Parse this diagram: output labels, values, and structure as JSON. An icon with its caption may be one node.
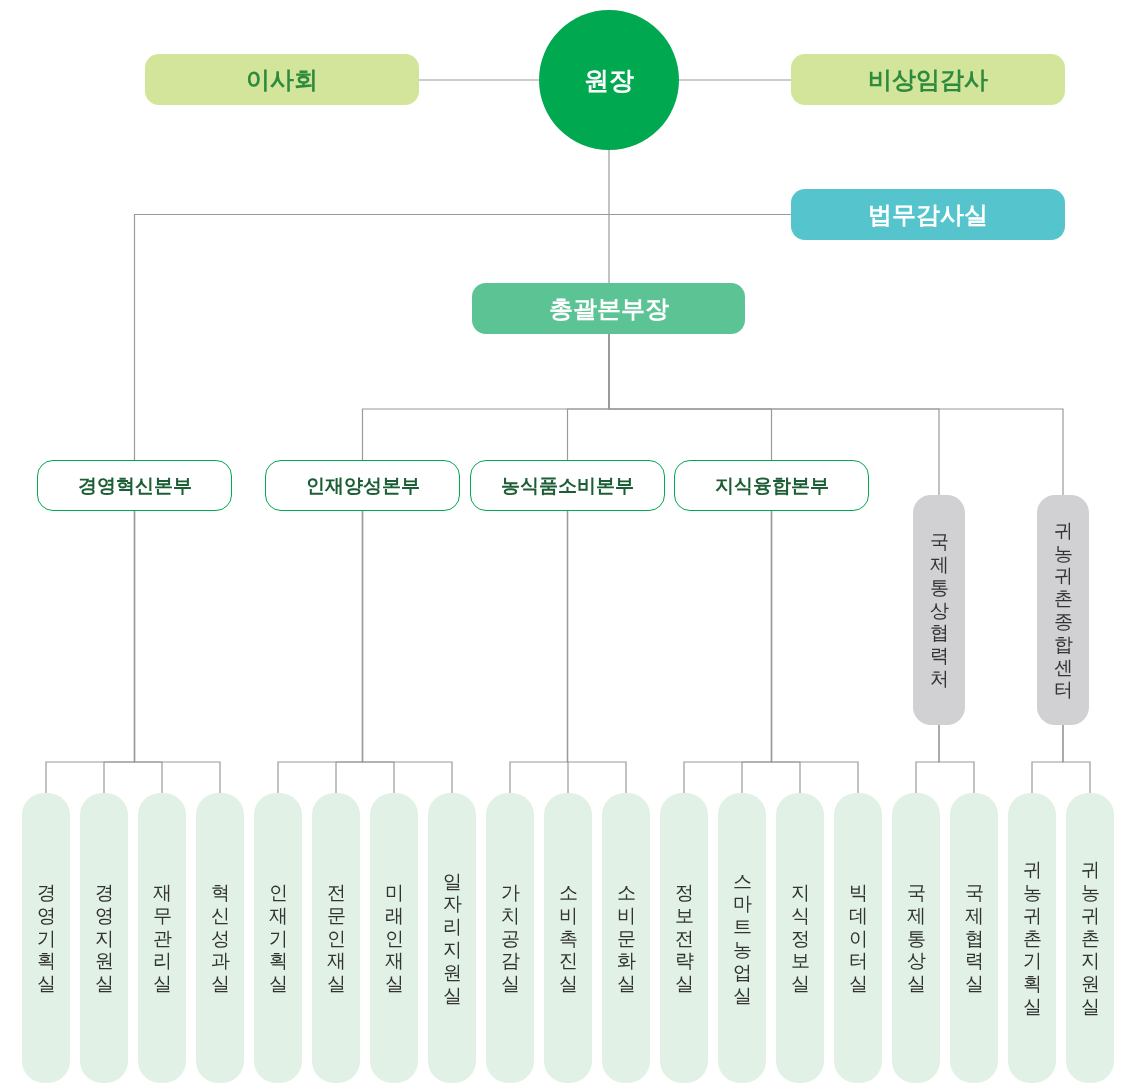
{
  "diagram": {
    "nodes": [
      {
        "text": [
          "원장"
        ]
      },
      {
        "text": [
          "이사회"
        ]
      },
      {
        "text": [
          "비상임감사"
        ]
      },
      {
        "text": [
          "법무감사실"
        ]
      },
      {
        "text": [
          "총괄본부장"
        ]
      },
      {
        "text": [
          "경영혁신본부"
        ]
      },
      {
        "text": [
          "인재양성본부"
        ]
      },
      {
        "text": [
          "농식품소비본부"
        ]
      },
      {
        "text": [
          "지식융합본부"
        ]
      },
      {
        "text": [
          "국제통상협력처"
        ]
      },
      {
        "text": [
          "귀농귀촌종합센터"
        ]
      },
      {
        "text": [
          "경영기획실"
        ]
      },
      {
        "text": [
          "경영지원실"
        ]
      },
      {
        "text": [
          "재무관리실"
        ]
      },
      {
        "text": [
          "혁신성과실"
        ]
      },
      {
        "text": [
          "인재기획실"
        ]
      },
      {
        "text": [
          "전문인재실"
        ]
      },
      {
        "text": [
          "미래인재실"
        ]
      },
      {
        "text": [
          "일자리지원실"
        ]
      },
      {
        "text": [
          "가치공감실"
        ]
      },
      {
        "text": [
          "소비촉진실"
        ]
      },
      {
        "text": [
          "소비문화실"
        ]
      },
      {
        "text": [
          "정보전략실"
        ]
      },
      {
        "text": [
          "스마트농업실"
        ]
      },
      {
        "text": [
          "지식정보실"
        ]
      },
      {
        "text": [
          "빅데이터실"
        ]
      },
      {
        "text": [
          "국제통상실"
        ]
      },
      {
        "text": [
          "국제협력실"
        ]
      },
      {
        "text": [
          "귀농귀촌기획실"
        ]
      },
      {
        "text": [
          "귀농귀촌지원실"
        ]
      }
    ],
    "edges": [
      {
        "from": 0,
        "to": 1,
        "arrow": "none"
      },
      {
        "from": 0,
        "to": 2,
        "arrow": "none"
      },
      {
        "from": 0,
        "to": 4,
        "arrow": "none"
      },
      {
        "from": 3,
        "to": 5,
        "arrow": "none"
      },
      {
        "from": 4,
        "to": 6,
        "arrow": "none"
      },
      {
        "from": 4,
        "to": 7,
        "arrow": "none"
      },
      {
        "from": 4,
        "to": 8,
        "arrow": "none"
      },
      {
        "from": 4,
        "to": 9,
        "arrow": "none"
      },
      {
        "from": 4,
        "to": 10,
        "arrow": "none"
      },
      {
        "from": 5,
        "to": 11,
        "arrow": "none"
      },
      {
        "from": 5,
        "to": 12,
        "arrow": "none"
      },
      {
        "from": 5,
        "to": 13,
        "arrow": "none"
      },
      {
        "from": 5,
        "to": 14,
        "arrow": "none"
      },
      {
        "from": 6,
        "to": 15,
        "arrow": "none"
      },
      {
        "from": 6,
        "to": 16,
        "arrow": "none"
      },
      {
        "from": 6,
        "to": 17,
        "arrow": "none"
      },
      {
        "from": 6,
        "to": 18,
        "arrow": "none"
      },
      {
        "from": 7,
        "to": 19,
        "arrow": "none"
      },
      {
        "from": 7,
        "to": 20,
        "arrow": "none"
      },
      {
        "from": 7,
        "to": 21,
        "arrow": "none"
      },
      {
        "from": 8,
        "to": 22,
        "arrow": "none"
      },
      {
        "from": 8,
        "to": 23,
        "arrow": "none"
      },
      {
        "from": 8,
        "to": 24,
        "arrow": "none"
      },
      {
        "from": 8,
        "to": 25,
        "arrow": "none"
      },
      {
        "from": 9,
        "to": 26,
        "arrow": "none"
      },
      {
        "from": 9,
        "to": 27,
        "arrow": "none"
      },
      {
        "from": 10,
        "to": 28,
        "arrow": "none"
      },
      {
        "from": 10,
        "to": 29,
        "arrow": "none"
      }
    ]
  }
}
